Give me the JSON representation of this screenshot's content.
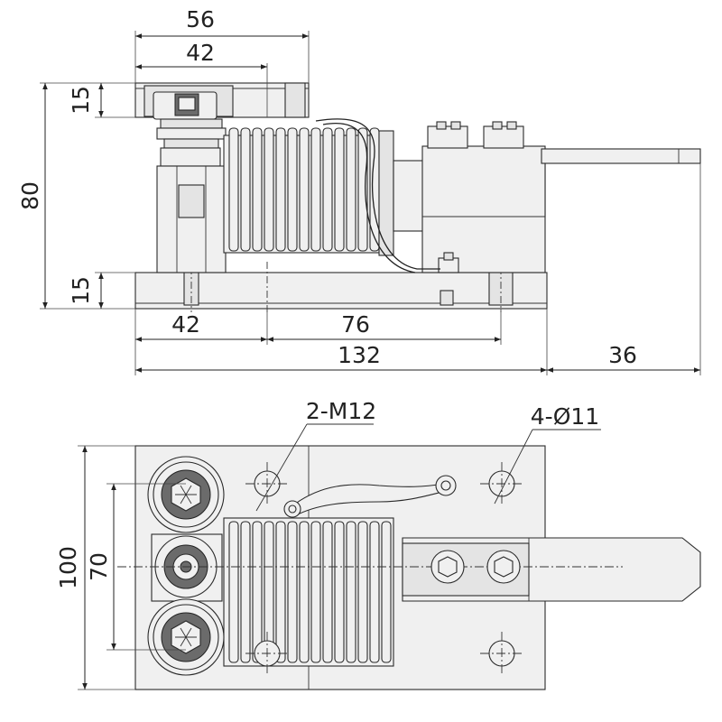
{
  "side_view": {
    "dims": {
      "overall_width_top": "56",
      "top_plate_inner": "42",
      "height": "80",
      "top_plate_thickness": "15",
      "base_plate_thickness": "15",
      "base_left": "42",
      "base_mid": "76",
      "base_total": "132",
      "arm_extension": "36"
    }
  },
  "top_view": {
    "labels": {
      "thread_callout": "2-M12",
      "hole_callout": "4-Ø11"
    },
    "dims": {
      "width": "100",
      "hole_spacing": "70"
    }
  },
  "colors": {
    "line": "#222222",
    "fill_light": "#f0f0f0",
    "fill_mid": "#e4e4e4",
    "fill_dark": "#6b6b6b"
  }
}
